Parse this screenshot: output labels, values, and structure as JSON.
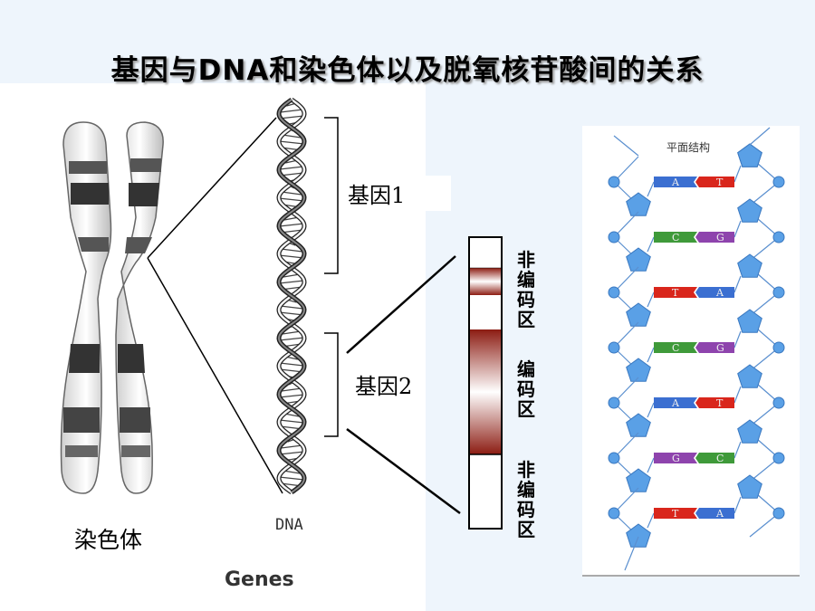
{
  "title": "基因与DNA和染色体以及脱氧核苷酸间的关系",
  "labels": {
    "chromosome": "染色体",
    "genes": "Genes",
    "dna": "DNA",
    "gene1": "基因1",
    "gene2": "基因2",
    "noncoding_top": "非编码区",
    "coding": "编码区",
    "noncoding_bottom": "非编码区",
    "planar_structure": "平面结构"
  },
  "base_pairs": [
    [
      "A",
      "T"
    ],
    [
      "C",
      "G"
    ],
    [
      "T",
      "A"
    ],
    [
      "C",
      "G"
    ],
    [
      "A",
      "T"
    ],
    [
      "G",
      "C"
    ],
    [
      "T",
      "A"
    ]
  ],
  "colors": {
    "A": "#3b6fd1",
    "T": "#d9261c",
    "C": "#3f9a3a",
    "G": "#8e44ad",
    "sugar": "#5aa0e6",
    "phosphate": "#5aa0e6",
    "coding": "#8c1c12"
  }
}
